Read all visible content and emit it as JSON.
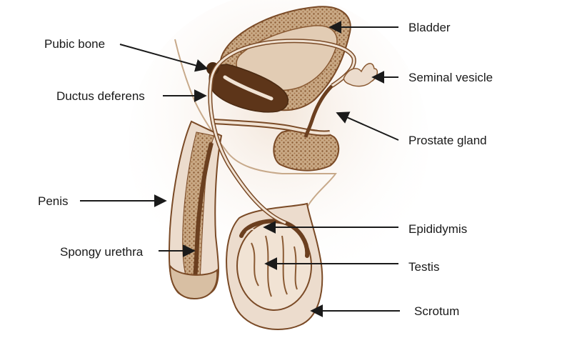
{
  "labels": {
    "pubic_bone": "Pubic bone",
    "ductus_deferens": "Ductus deferens",
    "penis": "Penis",
    "spongy_urethra": "Spongy urethra",
    "bladder": "Bladder",
    "seminal_vesicle": "Seminal vesicle",
    "prostate_gland": "Prostate gland",
    "epididymis": "Epididymis",
    "testis": "Testis",
    "scrotum": "Scrotum"
  },
  "colors": {
    "tissue_fill": "#ecdccd",
    "tissue_stroke": "#7a4a26",
    "dark_tissue": "#6b3f1f",
    "pattern_fill": "#b8956f",
    "glow": "#f3e6da",
    "arrow": "#1a1a1a",
    "text": "#1a1a1a"
  }
}
